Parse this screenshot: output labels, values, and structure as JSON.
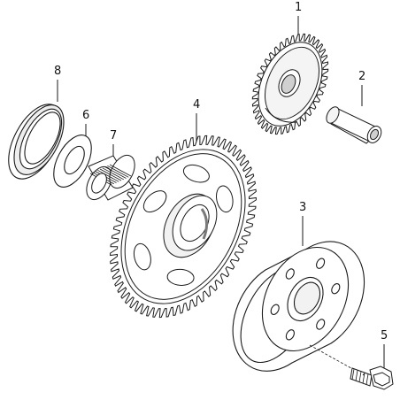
{
  "diagram": {
    "callouts": [
      {
        "id": "c1",
        "label": "1",
        "part": "small-gear"
      },
      {
        "id": "c2",
        "label": "2",
        "part": "shaft-pin"
      },
      {
        "id": "c3",
        "label": "3",
        "part": "starter-clutch-hub"
      },
      {
        "id": "c4",
        "label": "4",
        "part": "large-gear"
      },
      {
        "id": "c5",
        "label": "5",
        "part": "bolt"
      },
      {
        "id": "c6",
        "label": "6",
        "part": "thrust-washer"
      },
      {
        "id": "c7",
        "label": "7",
        "part": "needle-bearing"
      },
      {
        "id": "c8",
        "label": "8",
        "part": "seal-ring"
      }
    ],
    "colors": {
      "stroke": "#1a1a1a",
      "fill": "#ffffff",
      "shade": "#d9d9d9",
      "dark_shade": "#9a9a9a"
    }
  }
}
